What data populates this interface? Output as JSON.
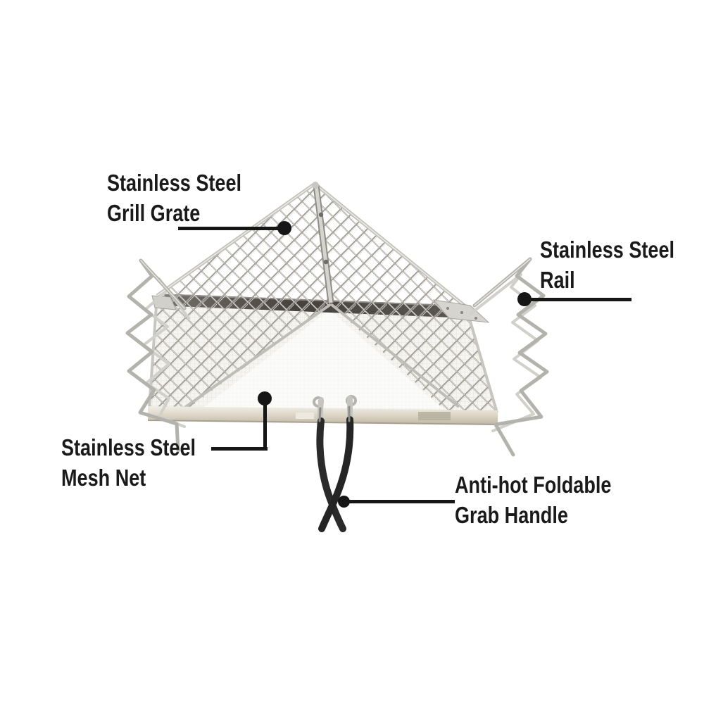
{
  "labels": {
    "grill_grate": {
      "line1": "Stainless Steel",
      "line2": "Grill Grate"
    },
    "rail": {
      "line1": "Stainless Steel",
      "line2": "Rail"
    },
    "mesh_net": {
      "line1": "Stainless Steel",
      "line2": "Mesh Net"
    },
    "grab_handle": {
      "line1": "Anti-hot Foldable",
      "line2": "Grab Handle"
    }
  },
  "style": {
    "background": "#ffffff",
    "label_text_color": "#1a1a1a",
    "callout_line_color": "#161616",
    "steel_color": "#b7b5af",
    "dark_rail_color": "#4a4846",
    "front_rail_color": "#d8d2c4",
    "handle_color": "#2a2a2a"
  }
}
